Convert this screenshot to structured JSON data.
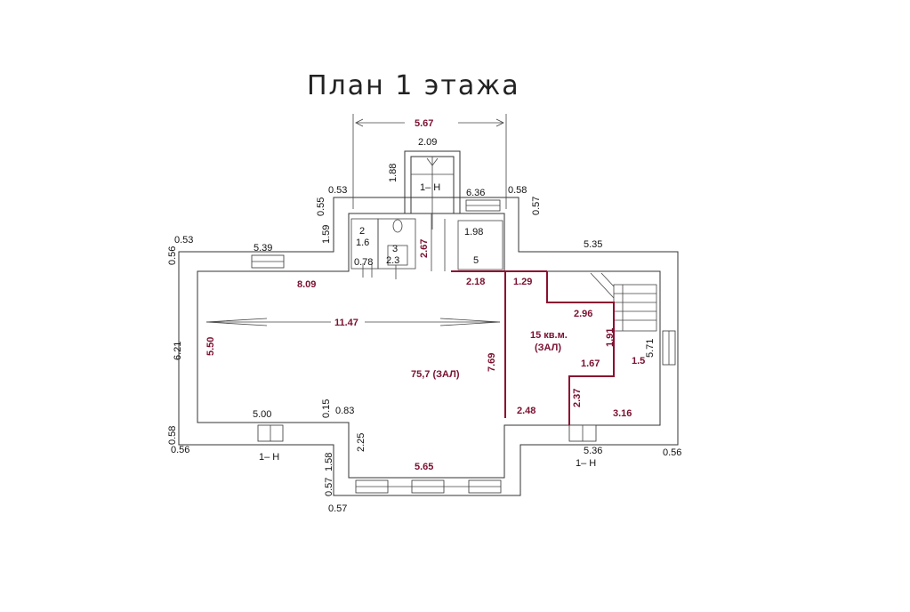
{
  "title": "План 1  этажа",
  "labels": {
    "top_width": "5.67",
    "porch_width": "2.09",
    "porch_depth": "1.88",
    "top_left_wall": "0.53",
    "top_left_side": "0.55",
    "top_right_window": "6.36",
    "top_right_wall": "0.58",
    "top_right_side": "0.57",
    "left_tower_height": "1.59",
    "left_wing_wall": "0.53",
    "left_wing_side": "0.56",
    "left_window": "5.39",
    "right_top_width": "5.35",
    "room2": "2",
    "room2_size": "1.6",
    "room3": "3",
    "room3_size": "2.3",
    "room_078": "0.78",
    "corridor_h": "2.67",
    "room_198": "1.98",
    "room5": "5",
    "hall_top": "8.09",
    "dim_218": "2.18",
    "dim_129": "1.29",
    "hall_width": "11.47",
    "hall_height_left": "5.50",
    "left_outer_height": "6.21",
    "main_hall": "75,7 (ЗАЛ)",
    "hall_depth": "7.69",
    "small_hall": "15 кв.м.",
    "small_hall_name": "(ЗАЛ)",
    "dim_296": "2.96",
    "dim_191": "1.91",
    "dim_167": "1.67",
    "dim_15": "1.5",
    "dim_571": "5.71",
    "dim_237": "2.37",
    "dim_248": "2.48",
    "dim_316": "3.16",
    "bottom_window_left": "5.00",
    "dim_015": "0.15",
    "dim_083": "0.83",
    "dim_225": "2.25",
    "section_left": "1– Н",
    "section_top": "1– Н",
    "section_right": "1– Н",
    "left_bottom_wall_a": "0.58",
    "left_bottom_wall_b": "0.56",
    "right_bottom_wall": "0.56",
    "bottom_right_window": "5.36",
    "bottom_width": "5.65",
    "bottom_left_side": "1.58",
    "bottom_left_wall_a": "0.57",
    "bottom_left_wall_b": "0.57"
  }
}
